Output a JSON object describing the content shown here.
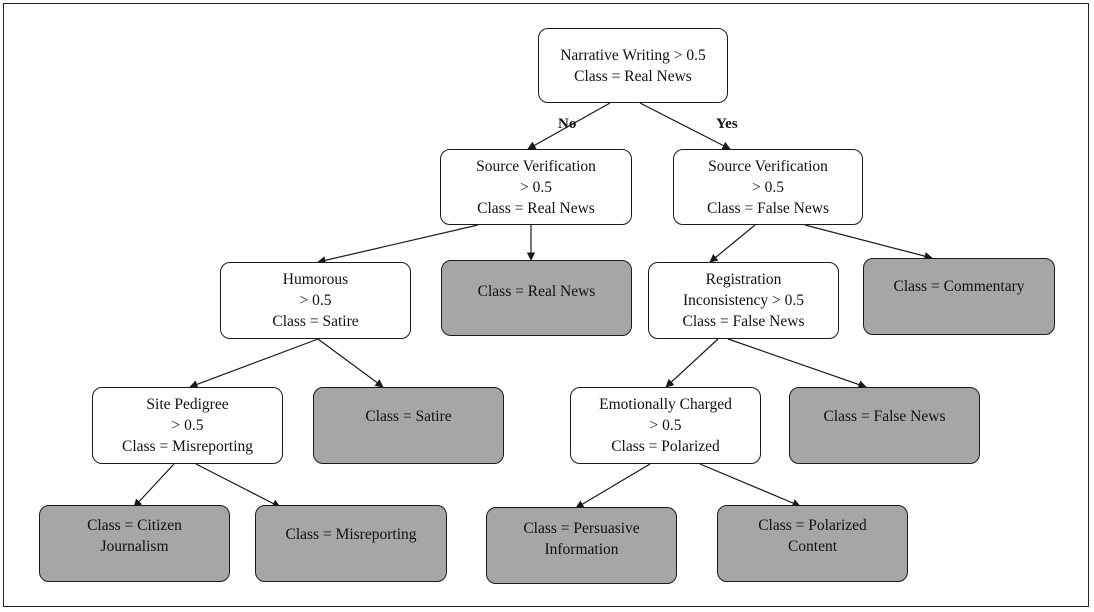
{
  "nodes": {
    "root": {
      "lines": [
        "Narrative Writing > 0.5",
        "Class = Real News"
      ]
    },
    "sv_no": {
      "lines": [
        "Source Verification",
        "> 0.5",
        "Class = Real News"
      ]
    },
    "sv_yes": {
      "lines": [
        "Source Verification",
        "> 0.5",
        "Class = False News"
      ]
    },
    "humorous": {
      "lines": [
        "Humorous",
        "> 0.5",
        "Class = Satire"
      ]
    },
    "leaf_real_news": {
      "lines": [
        "Class = Real News"
      ]
    },
    "registration": {
      "lines": [
        "Registration",
        "Inconsistency > 0.5",
        "Class = False News"
      ]
    },
    "leaf_commentary": {
      "lines": [
        "Class = Commentary"
      ]
    },
    "site_pedigree": {
      "lines": [
        "Site Pedigree",
        "> 0.5",
        "Class = Misreporting"
      ]
    },
    "leaf_satire": {
      "lines": [
        "Class = Satire"
      ]
    },
    "emotional": {
      "lines": [
        "Emotionally Charged",
        "> 0.5",
        "Class = Polarized"
      ]
    },
    "leaf_false_news": {
      "lines": [
        "Class = False News"
      ]
    },
    "leaf_citizen": {
      "lines": [
        "Class = Citizen",
        "Journalism"
      ]
    },
    "leaf_misreporting": {
      "lines": [
        "Class = Misreporting"
      ]
    },
    "leaf_persuasive": {
      "lines": [
        "Class = Persuasive",
        "Information"
      ]
    },
    "leaf_polarized": {
      "lines": [
        "Class = Polarized",
        "Content"
      ]
    }
  },
  "edge_labels": {
    "no": "No",
    "yes": "Yes"
  },
  "colors": {
    "leaf_fill": "#a6a6a6",
    "decision_fill": "#ffffff",
    "stroke": "#1a1a1a"
  }
}
